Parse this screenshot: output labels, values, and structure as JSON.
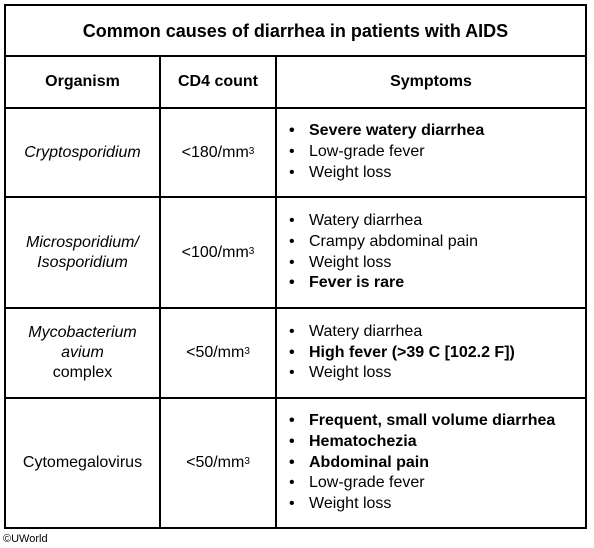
{
  "title": "Common causes of diarrhea in patients with AIDS",
  "headers": {
    "organism": "Organism",
    "cd4": "CD4 count",
    "symptoms": "Symptoms"
  },
  "rows": [
    {
      "organism": [
        "Cryptosporidium"
      ],
      "organism_italic": [
        true
      ],
      "cd4_value": "<180/mm",
      "cd4_exp": "3",
      "symptoms": [
        {
          "text": "Severe watery diarrhea",
          "bold": true
        },
        {
          "text": "Low-grade fever",
          "bold": false
        },
        {
          "text": "Weight loss",
          "bold": false
        }
      ]
    },
    {
      "organism": [
        "Microsporidium/",
        "Isosporidium"
      ],
      "organism_italic": [
        true,
        true
      ],
      "cd4_value": "<100/mm",
      "cd4_exp": "3",
      "symptoms": [
        {
          "text": "Watery diarrhea",
          "bold": false
        },
        {
          "text": "Crampy abdominal pain",
          "bold": false
        },
        {
          "text": "Weight loss",
          "bold": false
        },
        {
          "text": "Fever is rare",
          "bold": true
        }
      ]
    },
    {
      "organism": [
        "Mycobacterium",
        "avium",
        "complex"
      ],
      "organism_italic": [
        true,
        true,
        false
      ],
      "cd4_value": "<50/mm",
      "cd4_exp": "3",
      "symptoms": [
        {
          "text": "Watery diarrhea",
          "bold": false
        },
        {
          "text": "High fever (>39 C [102.2 F])",
          "bold": true
        },
        {
          "text": "Weight loss",
          "bold": false
        }
      ]
    },
    {
      "organism": [
        "Cytomegalovirus"
      ],
      "organism_italic": [
        false
      ],
      "cd4_value": "<50/mm",
      "cd4_exp": "3",
      "symptoms": [
        {
          "text": "Frequent, small volume diarrhea",
          "bold": true
        },
        {
          "text": "Hematochezia",
          "bold": true
        },
        {
          "text": "Abdominal pain",
          "bold": true
        },
        {
          "text": "Low-grade fever",
          "bold": false
        },
        {
          "text": "Weight loss",
          "bold": false
        }
      ]
    }
  ],
  "bullet_char": "•",
  "copyright": "©UWorld"
}
